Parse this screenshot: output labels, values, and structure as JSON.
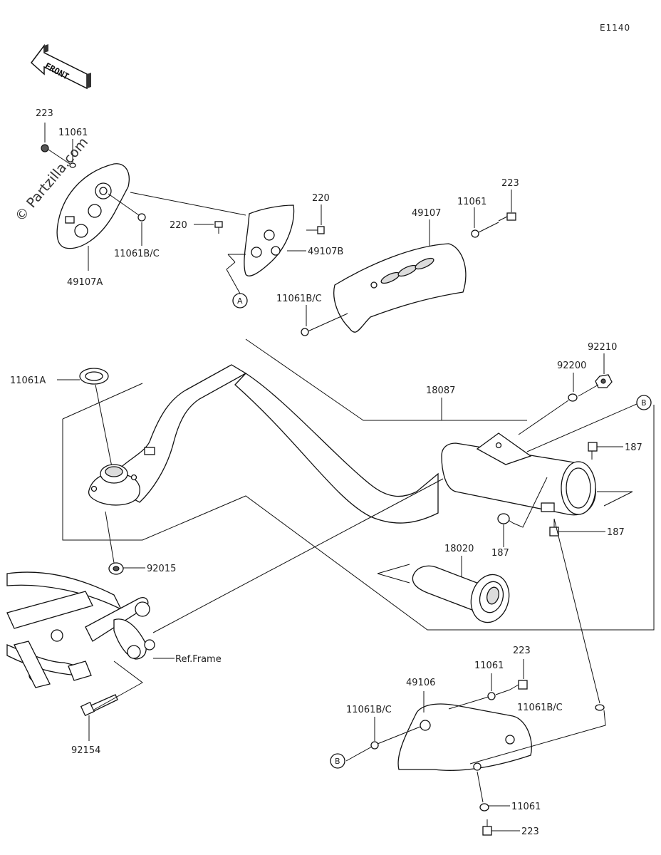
{
  "diagram_code": "E1140",
  "front_label": "FRONT",
  "watermark": "© Partzilla.com",
  "callouts": {
    "a": "A",
    "b": "B"
  },
  "labels": {
    "p223_top_left": "223",
    "p11061_top_left": "11061",
    "p49107a": "49107A",
    "p11061bc_left": "11061B/C",
    "p220_top": "220",
    "p220_left": "220",
    "p49107b": "49107B",
    "p49107": "49107",
    "p11061_top_right": "11061",
    "p223_top_right": "223",
    "p11061bc_mid": "11061B/C",
    "p11061a": "11061A",
    "p18087": "18087",
    "p92210": "92210",
    "p92200": "92200",
    "p187_right": "187",
    "p187_lower_right": "187",
    "p187_mid": "187",
    "p18020": "18020",
    "p92015": "92015",
    "ref_frame": "Ref.Frame",
    "p92154": "92154",
    "p223_bottom_mid": "223",
    "p11061_bottom_mid": "11061",
    "p49106": "49106",
    "p11061bc_bottom_left": "11061B/C",
    "p11061bc_bottom_right": "11061B/C",
    "p11061_bottom": "11061",
    "p223_bottom": "223"
  }
}
